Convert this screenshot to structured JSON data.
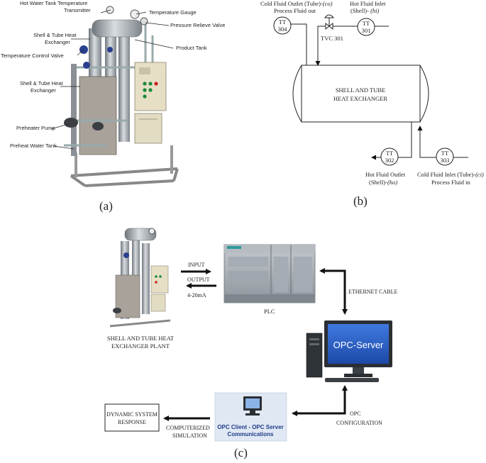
{
  "panel_a": {
    "caption": "(a)",
    "labels": {
      "hw_temp_transmitter_1": "Hot Water Tank Temperature",
      "hw_temp_transmitter_2": "Transmitter",
      "temp_gauge": "Temperature Gauge",
      "pressure_relief_valve": "Pressure Relieve Valve",
      "product_tank": "Product Tank",
      "stube_hx_top_1": "Shell & Tube Heat",
      "stube_hx_top_2": "Exchanger",
      "temp_control_valve": "Temperature Control Valve",
      "stube_hx_mid_1": "Shell & Tube Heat",
      "stube_hx_mid_2": "Exchanger",
      "preheater_pump": "Preheater Pump",
      "preheat_water_tank": "Preheat Water Tank"
    }
  },
  "panel_b": {
    "caption": "(b)",
    "cold_out_1": "Cold Fluid Outlet (Tube)-",
    "cold_out_1_italic": "(co)",
    "cold_out_2": "Process Fluid out",
    "hot_in_1": "Hot Fluid Inlet",
    "hot_in_2": "(Shell)- ",
    "hot_in_2_italic": "(hi)",
    "valve_tag": "TVC 301",
    "exchanger_1": "SHELL AND TUBE",
    "exchanger_2": "HEAT EXCHANGER",
    "hot_out_1": "Hot Fluid Outlet",
    "hot_out_2": "(Shell)-",
    "hot_out_2_italic": "(ho)",
    "cold_in_1": "Cold Fluid Inlet (Tube)-",
    "cold_in_1_italic": "(ci)",
    "cold_in_2": "Process Fluid in",
    "instruments": [
      {
        "tag": "TT",
        "num": "304"
      },
      {
        "tag": "TT",
        "num": "301"
      },
      {
        "tag": "TT",
        "num": "302"
      },
      {
        "tag": "TT",
        "num": "303"
      }
    ]
  },
  "panel_c": {
    "caption": "(c)",
    "plant_1": "SHELL AND TUBE HEAT",
    "plant_2": "EXCHANGER PLANT",
    "input": "INPUT",
    "output": "OUTPUT",
    "signal": "4-20mA",
    "plc": "PLC",
    "ethernet": "ETHERNET CABLE",
    "opc_server": "OPC-Server",
    "opc_1": "OPC",
    "opc_2": "CONFIGURATION",
    "client_1": "OPC Client - OPC Server",
    "client_2": "Communications",
    "sim_1": "COMPUTERIZED",
    "sim_2": "SIMULATION",
    "dyn_1": "DYNAMIC SYSTEM",
    "dyn_2": "RESPONSE"
  },
  "colors": {
    "screen_blue": "#2f63c8",
    "client_box": "#dfe8f3",
    "client_text": "#1f3d8a",
    "plc_grey": "#9aa1a8"
  }
}
